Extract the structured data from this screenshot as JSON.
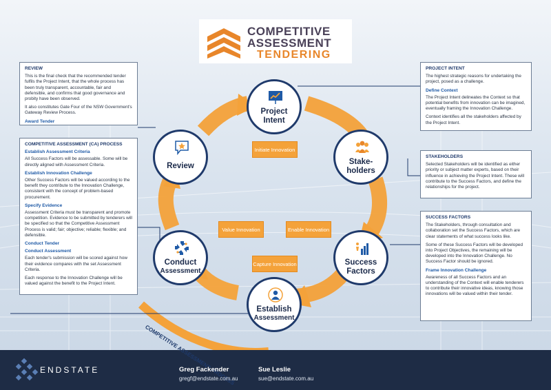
{
  "logo": {
    "line1": "COMPETITIVE",
    "line2": "ASSESSMENT",
    "line3": "TENDERING",
    "colors": {
      "primary": "#4a4158",
      "accent": "#e8862a"
    }
  },
  "colors": {
    "node_border": "#1f3a6b",
    "arrow": "#f4a23a",
    "footer": "#1e2c45"
  },
  "nodes": {
    "project_intent": {
      "label_1": "Project",
      "label_2": "Intent",
      "icon": "chart-presentation-icon"
    },
    "stakeholders": {
      "label_1": "Stake-",
      "label_2": "holders",
      "icon": "people-group-icon"
    },
    "success_factors": {
      "label_1": "Success",
      "label_2": "Factors",
      "icon": "rising-bars-icon"
    },
    "establish_assessment": {
      "label_1": "Establish",
      "label_2": "Assessment",
      "icon": "person-target-icon"
    },
    "conduct_assessment": {
      "label_1": "Conduct",
      "label_2": "Assessment",
      "icon": "cycle-arrows-icon"
    },
    "review": {
      "label_1": "Review",
      "icon": "star-speech-icon"
    }
  },
  "process_boxes": {
    "initiate": "Initiate Innovation",
    "enable": "Enable Innovation",
    "capture": "Capture Innovation",
    "value": "Value Innovation"
  },
  "cycle_caption": "COMPETITIVE ASSESSMENT PROCESS",
  "panels": {
    "review": {
      "title": "REVIEW",
      "p1": "This is the final check that the recommended tender fulfils the Project Intent, that the whole process has been truly transparent, accountable, fair and defensible, and confirms that good governance and probity have been observed.",
      "p2": "It also constitutes Gate Four of the NSW Government's Gateway Review Process.",
      "h1": "Award Tender"
    },
    "ca_process": {
      "title": "COMPETITIVE ASSESSMENT (CA) PROCESS",
      "h1": "Establish Assessment Criteria",
      "p1": "All Success Factors will be assessable. Some will be directly aligned with Assessment Criteria.",
      "h2": "Establish Innovation Challenge",
      "p2": "Other Success Factors will be valued according to the benefit they contribute to the Innovation Challenge, consistent with the concept of problem-based procurement.",
      "h3": "Specify Evidence",
      "p3": "Assessment Criteria must be transparent and promote competition. Evidence to be submitted by tenderers will be specified so that the Competitive Assessment Process is valid; fair; objective; reliable; flexible; and defensible.",
      "h4": "Conduct Tender",
      "h5": "Conduct Assessment",
      "p4": "Each tender's submission will be scored against how their evidence compares with the set Assessment Criteria.",
      "p5": "Each response to the Innovation Challenge will be valued against the benefit to the Project Intent."
    },
    "project_intent": {
      "title": "PROJECT INTENT",
      "p1": "The highest strategic reasons for undertaking the project, posed as a challenge.",
      "h1": "Define Context",
      "p2": "The Project Intent delineates the Context so that potential benefits from innovation can be imagined, eventually framing the Innovation Challenge.",
      "p3": "Context identifies all the stakeholders affected by the Project Intent."
    },
    "stakeholders": {
      "title": "STAKEHOLDERS",
      "p1": "Selected Stakeholders will be identified as either priority or subject matter experts, based on their influence in achieving the Project Intent. These will contribute to the Success Factors, and define the relationships for the project."
    },
    "success_factors": {
      "title": "SUCCESS FACTORS",
      "p1": "The Stakeholders, through consultation and collaboration set the Success Factors, which are clear statements of what success looks like.",
      "p2": "Some of these Success Factors will be developed into Project Objectives, the remaining will be developed into the Innovation Challenge. No Success Factor should be ignored.",
      "h1": "Frame Innovation Challenge",
      "p3": "Awareness of all Success Factors and an understanding of the Context will enable tenderers to contribute their innovative ideas, knowing those innovations will be valued within their tender."
    }
  },
  "footer": {
    "brand": "ENDSTATE",
    "contact1_name": "Greg Fackender",
    "contact1_email": "gregf@endstate.com.au",
    "contact2_name": "Sue Leslie",
    "contact2_email": "sue@endstate.com.au"
  }
}
